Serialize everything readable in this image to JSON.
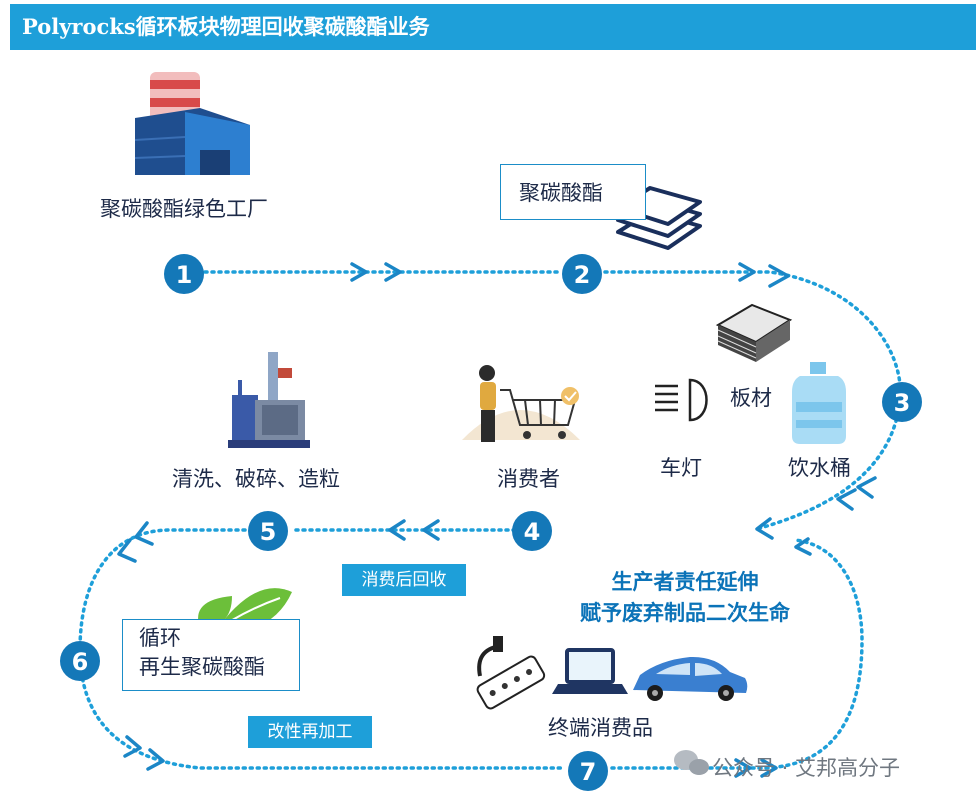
{
  "title": "Polyrocks循环板块物理回收聚碳酸酯业务",
  "steps": [
    "1",
    "2",
    "3",
    "4",
    "5",
    "6",
    "7"
  ],
  "labels": {
    "factory": "聚碳酸酯绿色工厂",
    "polycarbonate": "聚碳酸酯",
    "sheet": "板材",
    "headlight": "车灯",
    "water_bucket": "饮水桶",
    "consumer": "消费者",
    "washing": "清洗、破碎、造粒",
    "post_consumer": "消费后回收",
    "epr_line1": "生产者责任延伸",
    "epr_line2": "赋予废弃制品二次生命",
    "recycled_line1": "循环",
    "recycled_line2": "再生聚碳酸酯",
    "modification": "改性再加工",
    "end_products": "终端消费品"
  },
  "watermark": "公众号 · 艾邦高分子",
  "colors": {
    "primary": "#1e9fd9",
    "dark_blue": "#0b73b8",
    "navy": "#1d2a48",
    "circle": "#1478b8",
    "leaf": "#6cbf3a"
  },
  "icons": [
    "factory-icon",
    "stacked-sheets-icon",
    "sheet-stack-icon",
    "headlight-icon",
    "water-bottle-icon",
    "shopping-cart-icon",
    "crusher-machine-icon",
    "leaf-icon",
    "power-strip-icon",
    "laptop-icon",
    "car-icon",
    "wechat-icon"
  ]
}
